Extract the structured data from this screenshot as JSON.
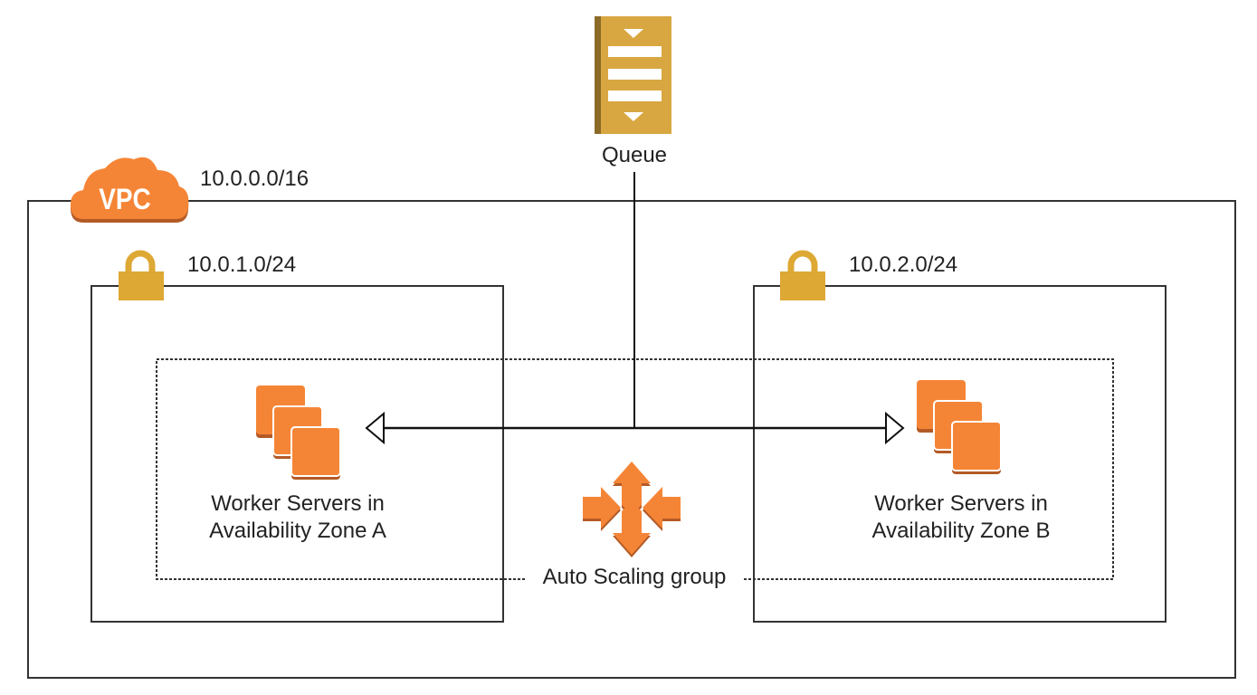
{
  "colors": {
    "aws_orange": "#F58536",
    "aws_orange_dark": "#B45A26",
    "queue_gold": "#D9A741",
    "queue_gold_dark": "#8C6A27",
    "lock_gold": "#DDA834",
    "line": "#222222"
  },
  "queue": {
    "label": "Queue",
    "icon": "sqs-queue-icon"
  },
  "vpc": {
    "badge": "VPC",
    "cidr": "10.0.0.0/16",
    "icon": "vpc-cloud-icon"
  },
  "subnets": [
    {
      "cidr": "10.0.1.0/24",
      "icon": "lock-icon"
    },
    {
      "cidr": "10.0.2.0/24",
      "icon": "lock-icon"
    }
  ],
  "auto_scaling_group": {
    "label": "Auto Scaling group",
    "icon": "auto-scaling-icon"
  },
  "workers": [
    {
      "line1": "Worker Servers in",
      "line2": "Availability Zone A",
      "icon": "ec2-instances-icon"
    },
    {
      "line1": "Worker Servers in",
      "line2": "Availability Zone B",
      "icon": "ec2-instances-icon"
    }
  ]
}
